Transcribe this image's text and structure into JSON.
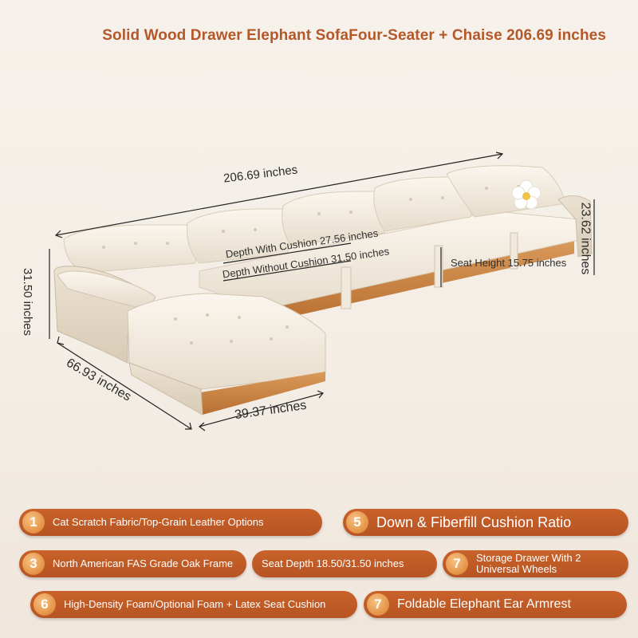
{
  "title": "Solid Wood Drawer Elephant SofaFour-Seater + Chaise 206.69 inches",
  "dimensions": {
    "overall_length": "206.69 inches",
    "back_height": "23.62 inches",
    "arm_height": "31.50 inches",
    "chaise_length": "66.93 inches",
    "chaise_width": "39.37 inches",
    "depth_with_cushion": "Depth With Cushion 27.56 inches",
    "depth_without_cushion": "Depth Without Cushion 31.50 inches",
    "seat_height": "Seat Height 15.75 inches"
  },
  "features": [
    {
      "number": "1",
      "text": "Cat Scratch Fabric/Top-Grain Leather Options"
    },
    {
      "number": "5",
      "text": "Down & Fiberfill Cushion Ratio"
    },
    {
      "number": "3",
      "text": "North American FAS Grade Oak Frame"
    },
    {
      "number": "",
      "text": "Seat Depth 18.50/31.50 inches"
    },
    {
      "number": "7",
      "text": "Storage Drawer With 2 Universal Wheels"
    },
    {
      "number": "6",
      "text": "High-Density Foam/Optional Foam + Latex Seat Cushion"
    },
    {
      "number": "7",
      "text": "Foldable Elephant Ear Armrest"
    }
  ],
  "colors": {
    "accent": "#b75423",
    "badge": "#e39244",
    "wood": "#c98a4a",
    "fabric": "#f1e8da"
  }
}
